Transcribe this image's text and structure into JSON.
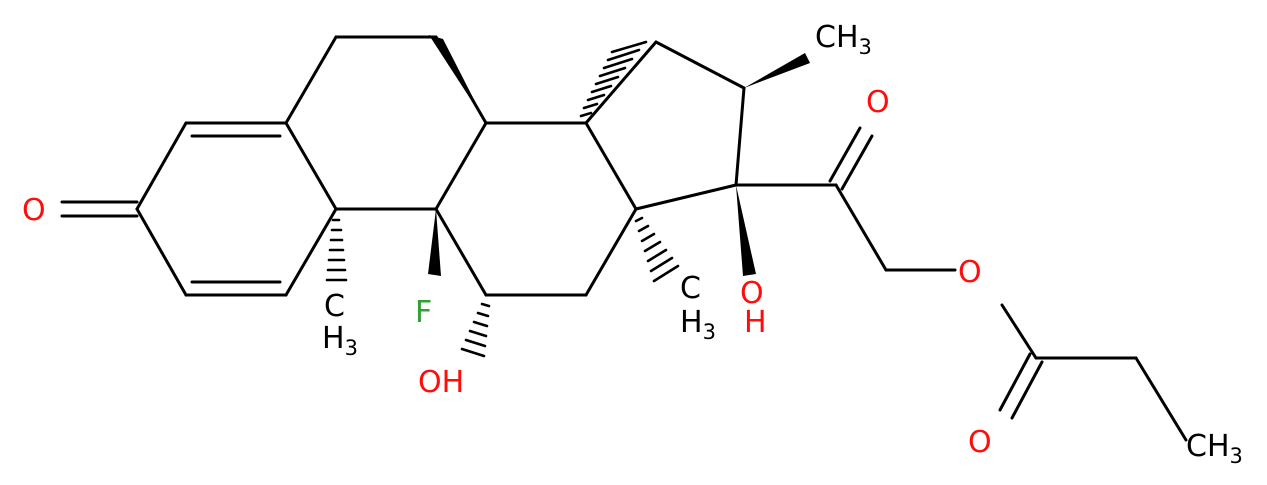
{
  "atoms": {
    "o3": "O",
    "o20": "O",
    "o_ester": "O",
    "o_carbonyl": "O",
    "f9": "F",
    "oh11": "OH",
    "oh17_o": "O",
    "oh17_h": "H",
    "ch3_16": "CH",
    "ch3_16_sub": "3",
    "ch3_ethyl": "CH",
    "ch3_ethyl_sub": "3",
    "me10_c": "C",
    "me10_h": "H",
    "me10_sub": "3",
    "me13_c": "C",
    "me13_h": "H",
    "me13_sub": "3"
  },
  "colors": {
    "bond": "#000000",
    "oxygen": "#ff0d0d",
    "fluorine": "#33a033",
    "background": "#ffffff"
  }
}
